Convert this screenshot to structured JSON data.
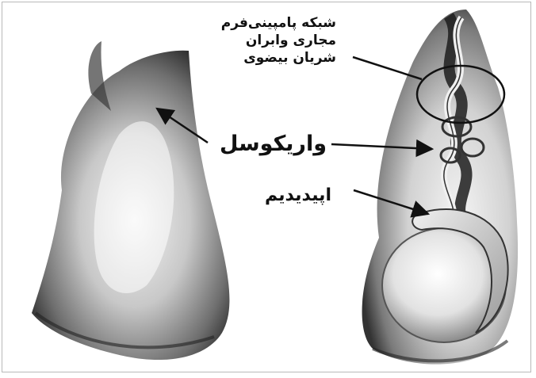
{
  "labels": {
    "pampiniform_lines": [
      "شبکه پامپینی‌فرم",
      "مجاری وابران",
      "شریان بیضوی"
    ],
    "varicocele": "واریکوسل",
    "epididymis": "اپیدیدیم"
  },
  "colors": {
    "background": "#ffffff",
    "skin_dark": "#2b2b2b",
    "skin_light": "#f2f2f2",
    "text": "#111111"
  }
}
